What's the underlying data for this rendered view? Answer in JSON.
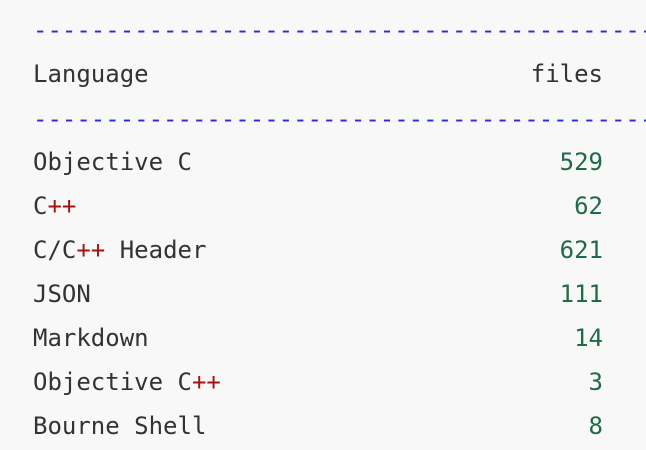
{
  "colors": {
    "background": "#f8f8f8",
    "text": "#333333",
    "separator": "#2b2bd9",
    "number": "#1f6b47",
    "operator": "#a31515"
  },
  "separator_text": "-----------------------------------------------------------",
  "header": {
    "language_label": "Language",
    "files_label": "files"
  },
  "rows": [
    {
      "parts": [
        {
          "t": "Objective C",
          "op": false
        }
      ],
      "files": "529"
    },
    {
      "parts": [
        {
          "t": "C",
          "op": false
        },
        {
          "t": "++",
          "op": true
        }
      ],
      "files": "62"
    },
    {
      "parts": [
        {
          "t": "C/C",
          "op": false
        },
        {
          "t": "++",
          "op": true
        },
        {
          "t": " Header",
          "op": false
        }
      ],
      "files": "621"
    },
    {
      "parts": [
        {
          "t": "JSON",
          "op": false
        }
      ],
      "files": "111"
    },
    {
      "parts": [
        {
          "t": "Markdown",
          "op": false
        }
      ],
      "files": "14"
    },
    {
      "parts": [
        {
          "t": "Objective C",
          "op": false
        },
        {
          "t": "++",
          "op": true
        }
      ],
      "files": "3"
    },
    {
      "parts": [
        {
          "t": "Bourne Shell",
          "op": false
        }
      ],
      "files": "8"
    }
  ]
}
